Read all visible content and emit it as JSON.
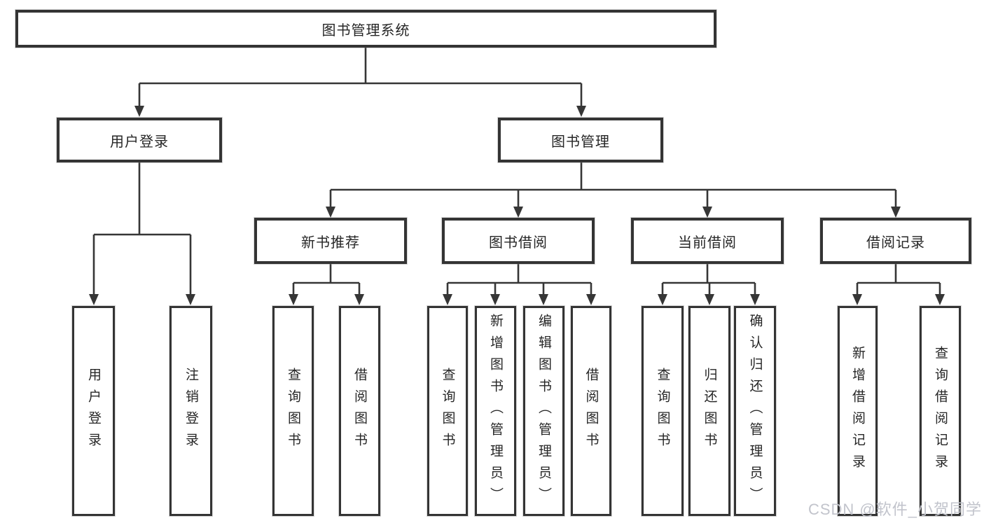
{
  "diagram": {
    "root": {
      "label": "图书管理系统"
    },
    "user_branch": {
      "label": "用户登录",
      "children": [
        {
          "label": "用户登录"
        },
        {
          "label": "注销登录"
        }
      ]
    },
    "book_branch": {
      "label": "图书管理",
      "sections": [
        {
          "label": "新书推荐",
          "children": [
            {
              "label": "查询图书"
            },
            {
              "label": "借阅图书"
            }
          ]
        },
        {
          "label": "图书借阅",
          "children": [
            {
              "label": "查询图书"
            },
            {
              "label": "新增图书（管理员）"
            },
            {
              "label": "编辑图书（管理员）"
            },
            {
              "label": "借阅图书"
            }
          ]
        },
        {
          "label": "当前借阅",
          "children": [
            {
              "label": "查询图书"
            },
            {
              "label": "归还图书"
            },
            {
              "label": "确认归还（管理员）"
            }
          ]
        },
        {
          "label": "借阅记录",
          "children": [
            {
              "label": "新增借阅记录"
            },
            {
              "label": "查询借阅记录"
            }
          ]
        }
      ]
    },
    "watermark": "CSDN @软件_小贺同学",
    "colors": {
      "line": "#363636",
      "text": "#262626",
      "watermark": "#c2c4cc",
      "background": "#ffffff"
    }
  }
}
